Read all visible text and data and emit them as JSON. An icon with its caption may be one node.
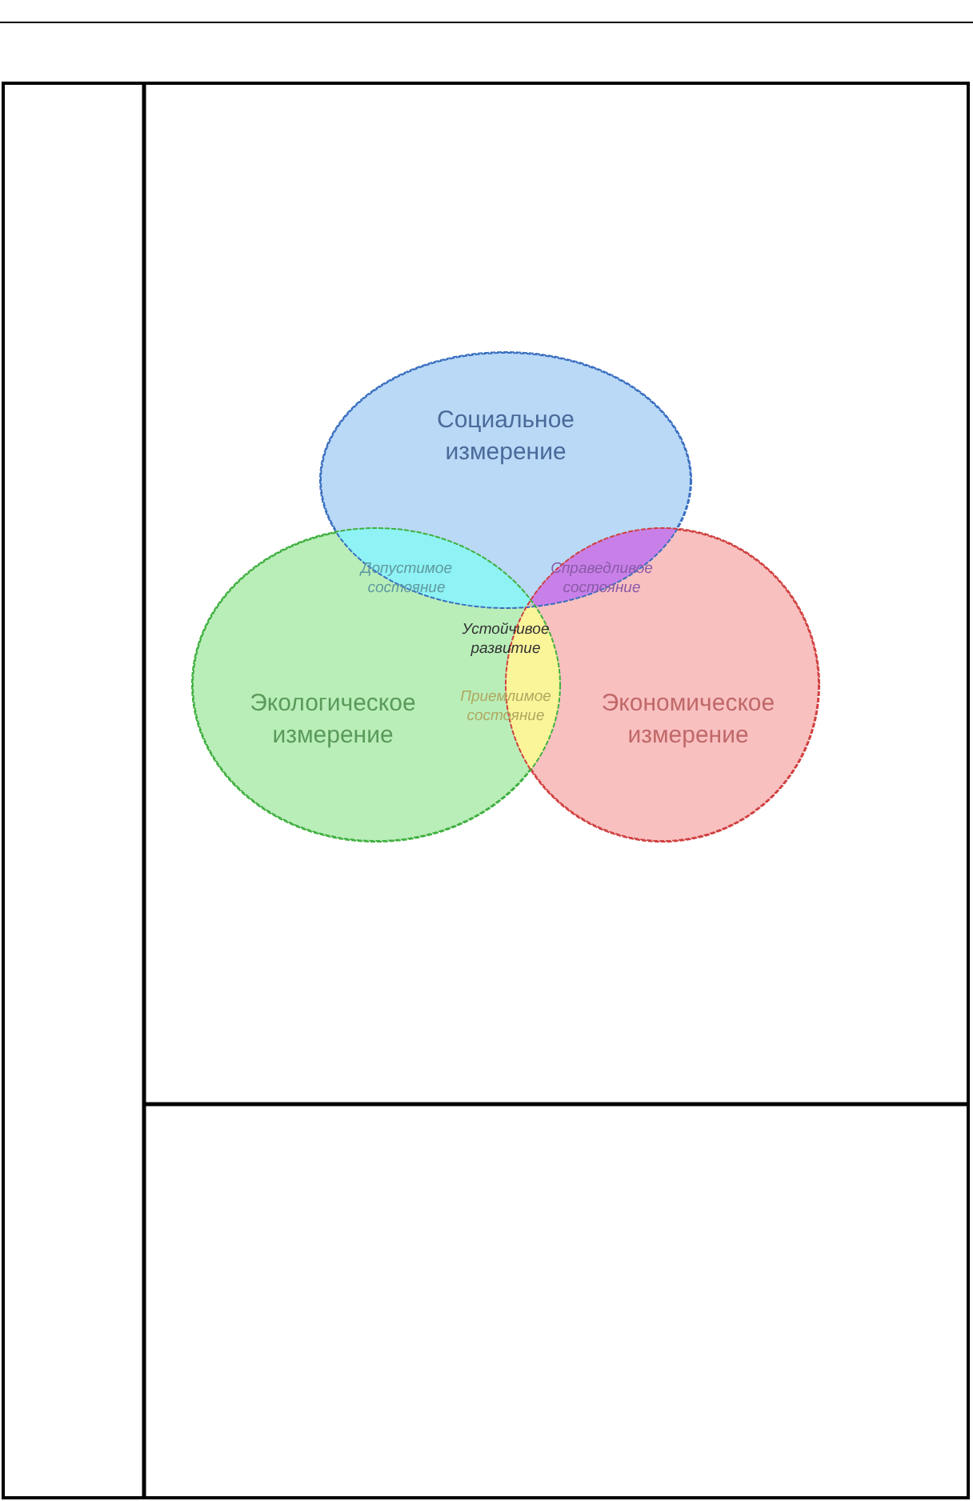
{
  "diagram": {
    "nodes": [
      {
        "text": [
          "Социальное измерение"
        ]
      },
      {
        "text": [
          "Экологическое измерение"
        ]
      },
      {
        "text": [
          "Экономическое измерение"
        ]
      }
    ],
    "labels": [
      "Допустимое состояние",
      "Справедливое состояние",
      "Устойчивое развитие",
      "Приемлимое состояние"
    ]
  }
}
